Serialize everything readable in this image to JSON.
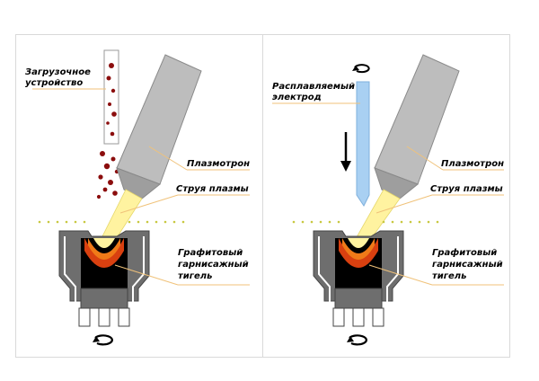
{
  "left_panel": {
    "labels": {
      "loader": [
        "Загрузочное",
        "устройство"
      ],
      "plasmatron": "Плазмотрон",
      "jet": "Струя плазмы",
      "crucible": [
        "Графитовый",
        "гарнисажный",
        "тигель"
      ]
    }
  },
  "right_panel": {
    "labels": {
      "electrode": [
        "Расплавляемый",
        "электрод"
      ],
      "plasmatron": "Плазмотрон",
      "jet": "Струя плазмы",
      "crucible": [
        "Графитовый",
        "гарнисажный",
        "тигель"
      ]
    }
  },
  "colors": {
    "plasmatron_fill": "#bdbdbd",
    "plasmatron_stroke": "#8a8a8a",
    "plasma_jet": "#fff3a0",
    "crucible_wall": "#6e6e6e",
    "crucible_core": "#000000",
    "melt_orange": "#f07a18",
    "melt_red": "#d94010",
    "particles": "#8b0d0d",
    "electrode": "#a9d0f2",
    "leader_line": "#f0c27a",
    "dots": "#c8c840"
  },
  "icons": {
    "rotation": "rotation-arrow-icon",
    "feed": "down-arrow-icon"
  }
}
